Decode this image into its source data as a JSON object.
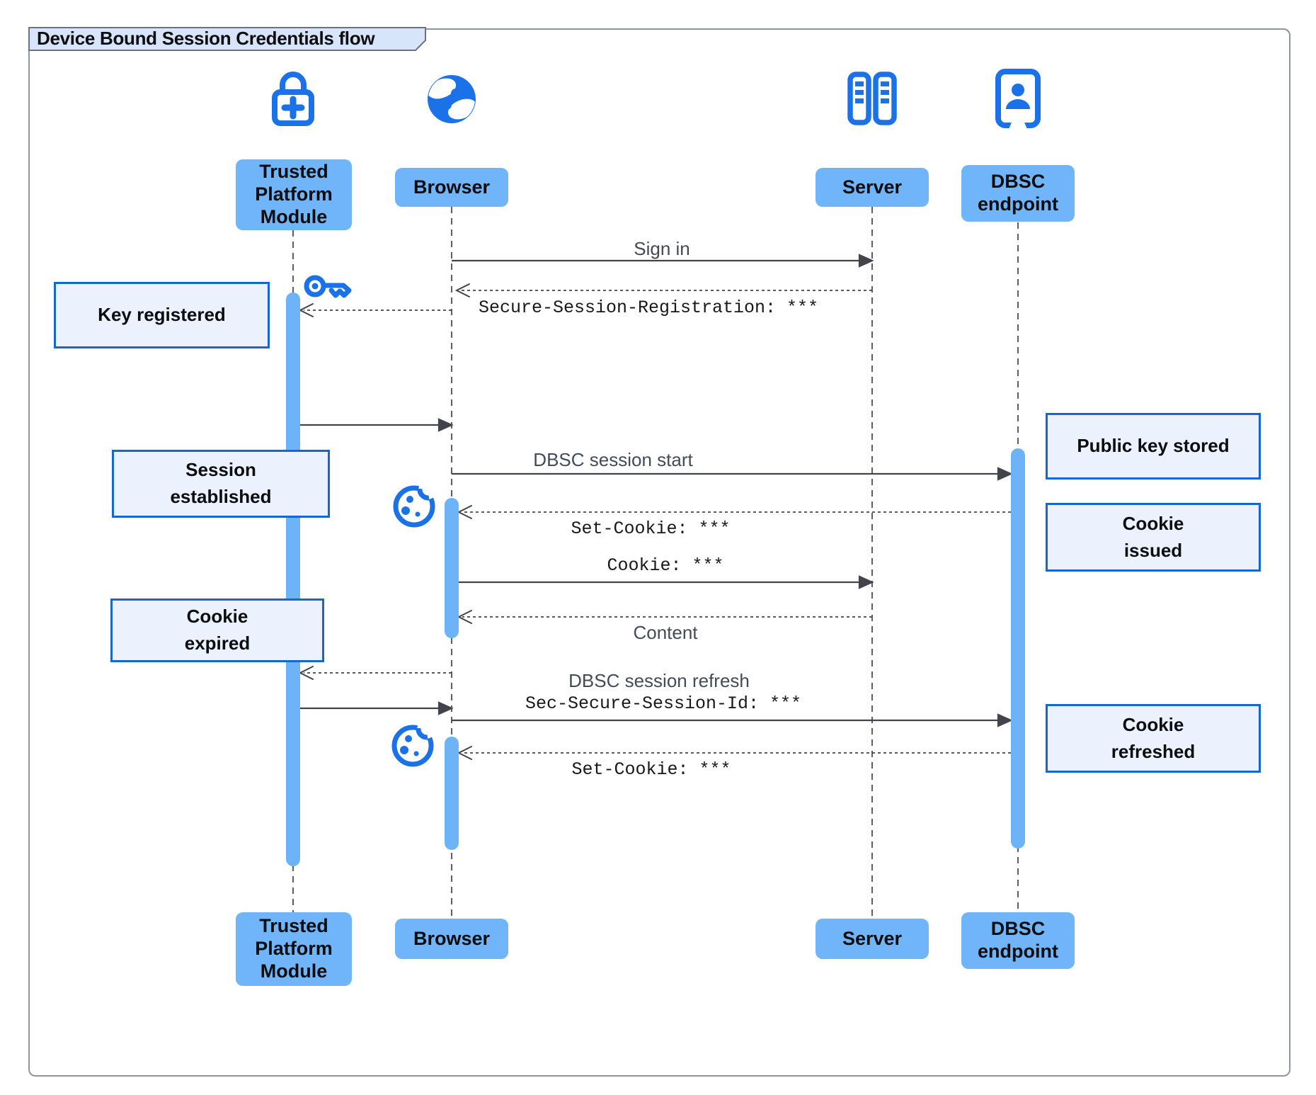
{
  "title": "Device Bound Session Credentials flow",
  "actors": [
    {
      "label": "Trusted\nPlatform\nModule",
      "icon": "lock-plus-icon"
    },
    {
      "label": "Browser",
      "icon": "globe-icon"
    },
    {
      "label": "Server",
      "icon": "server-rack-icon"
    },
    {
      "label": "DBSC\nendpoint",
      "icon": "person-badge-icon"
    }
  ],
  "messages": {
    "sign_in": "Sign in",
    "secure_session_registration": "Secure-Session-Registration: ***",
    "dbsc_session_start": "DBSC session start",
    "set_cookie_1": "Set-Cookie: ***",
    "cookie": "Cookie: ***",
    "content": "Content",
    "dbsc_session_refresh": "DBSC session refresh",
    "sec_secure_session_id": "Sec-Secure-Session-Id: ***",
    "set_cookie_2": "Set-Cookie: ***"
  },
  "notes": {
    "key_registered": "Key registered",
    "session_established": "Session\nestablished",
    "cookie_expired": "Cookie\nexpired",
    "public_key_stored": "Public key stored",
    "cookie_issued": "Cookie\nissued",
    "cookie_refreshed": "Cookie\nrefreshed"
  },
  "decorations": {
    "key": "key-icon",
    "cookie_first": "cookie-icon",
    "cookie_second": "cookie-icon"
  },
  "colors": {
    "icon_blue": "#1b72e8",
    "actor_fill": "#70b4f9",
    "activation_fill": "#6db3f8",
    "note_fill": "#ebf2fd",
    "note_border": "#1767d2",
    "title_tab_fill": "#d7e4f9",
    "arrow": "#41454b",
    "frame_border": "#8f959e"
  }
}
